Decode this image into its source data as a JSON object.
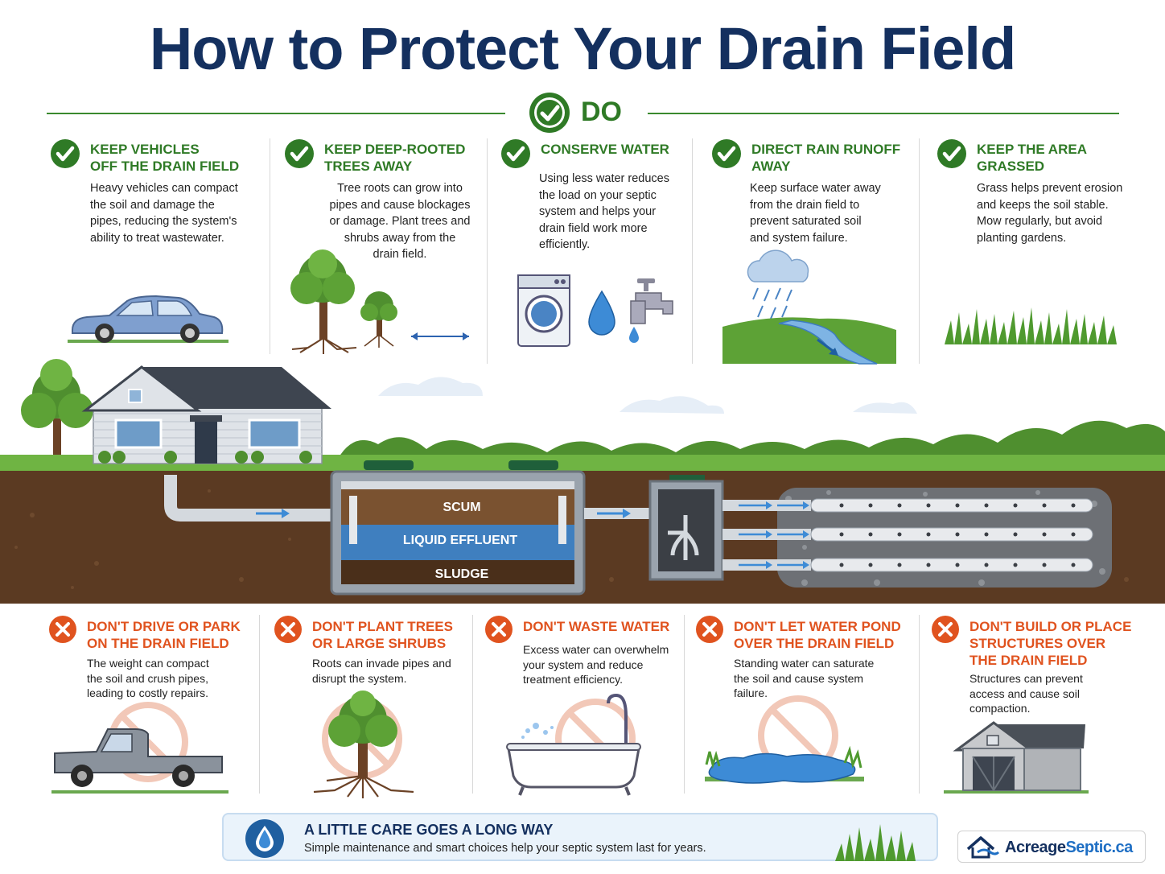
{
  "title": "How to Protect Your Drain Field",
  "do_section": {
    "label": "DO",
    "items": [
      {
        "heading_l1": "KEEP VEHICLES",
        "heading_l2": "OFF THE DRAIN FIELD",
        "lines": [
          "Heavy vehicles can compact",
          "the soil and damage the",
          "pipes, reducing the system's",
          "ability to treat wastewater."
        ]
      },
      {
        "heading_l1": "KEEP DEEP-ROOTED",
        "heading_l2": "TREES AWAY",
        "lines": [
          "Tree roots can grow into",
          "pipes and cause blockages",
          "or damage. Plant trees and",
          "shrubs away from the",
          "drain field."
        ]
      },
      {
        "heading_l1": "CONSERVE WATER",
        "heading_l2": "",
        "lines": [
          "Using less water reduces",
          "the load on your septic",
          "system and helps your",
          "drain field work more",
          "efficiently."
        ]
      },
      {
        "heading_l1": "DIRECT RAIN RUNOFF",
        "heading_l2": "AWAY",
        "lines": [
          "Keep surface water away",
          "from the drain field to",
          "prevent saturated soil",
          "and system failure."
        ]
      },
      {
        "heading_l1": "KEEP THE AREA",
        "heading_l2": "GRASSED",
        "lines": [
          "Grass helps prevent erosion",
          "and keeps the soil stable.",
          "Mow regularly, but avoid",
          "planting gardens."
        ]
      }
    ]
  },
  "tank": {
    "scum": "SCUM",
    "effluent": "LIQUID EFFLUENT",
    "sludge": "SLUDGE"
  },
  "dont_section": {
    "items": [
      {
        "heading_l1": "DON'T DRIVE OR PARK",
        "heading_l2": "ON THE DRAIN FIELD",
        "heading_l3": "",
        "lines": [
          "The weight can compact",
          "the soil and crush pipes,",
          "leading to costly repairs."
        ]
      },
      {
        "heading_l1": "DON'T PLANT TREES",
        "heading_l2": "OR LARGE SHRUBS",
        "heading_l3": "",
        "lines": [
          "Roots can invade pipes and",
          "disrupt the system."
        ]
      },
      {
        "heading_l1": "DON'T WASTE WATER",
        "heading_l2": "",
        "heading_l3": "",
        "lines": [
          "Excess water can overwhelm",
          "your system and reduce",
          "treatment efficiency."
        ]
      },
      {
        "heading_l1": "DON'T LET WATER POND",
        "heading_l2": "OVER THE DRAIN FIELD",
        "heading_l3": "",
        "lines": [
          "Standing water can saturate",
          "the soil and cause system",
          "failure."
        ]
      },
      {
        "heading_l1": "DON'T BUILD OR PLACE",
        "heading_l2": "STRUCTURES OVER",
        "heading_l3": "THE DRAIN FIELD",
        "lines": [
          "Structures can prevent",
          "access and cause soil",
          "compaction."
        ]
      }
    ]
  },
  "banner": {
    "heading": "A LITTLE CARE GOES A LONG WAY",
    "subtext": "Simple maintenance and smart choices help your septic system last for years."
  },
  "logo": {
    "name_part1": "Acreage",
    "name_part2": "Septic.ca"
  },
  "colors": {
    "navy": "#14305f",
    "green": "#2f7a26",
    "orange": "#e0531f",
    "blue": "#1f6fc4",
    "soil": "#5b3a22"
  },
  "icons": [
    "check-icon",
    "x-icon",
    "car-icon",
    "tree-icon",
    "washing-machine-icon",
    "water-drop-icon",
    "faucet-icon",
    "rain-cloud-icon",
    "grass-icon",
    "pickup-truck-icon",
    "bathtub-icon",
    "puddle-icon",
    "shed-icon",
    "house-icon",
    "septic-tank-icon",
    "distribution-box-icon",
    "drain-pipe-icon",
    "logo-house-icon"
  ]
}
